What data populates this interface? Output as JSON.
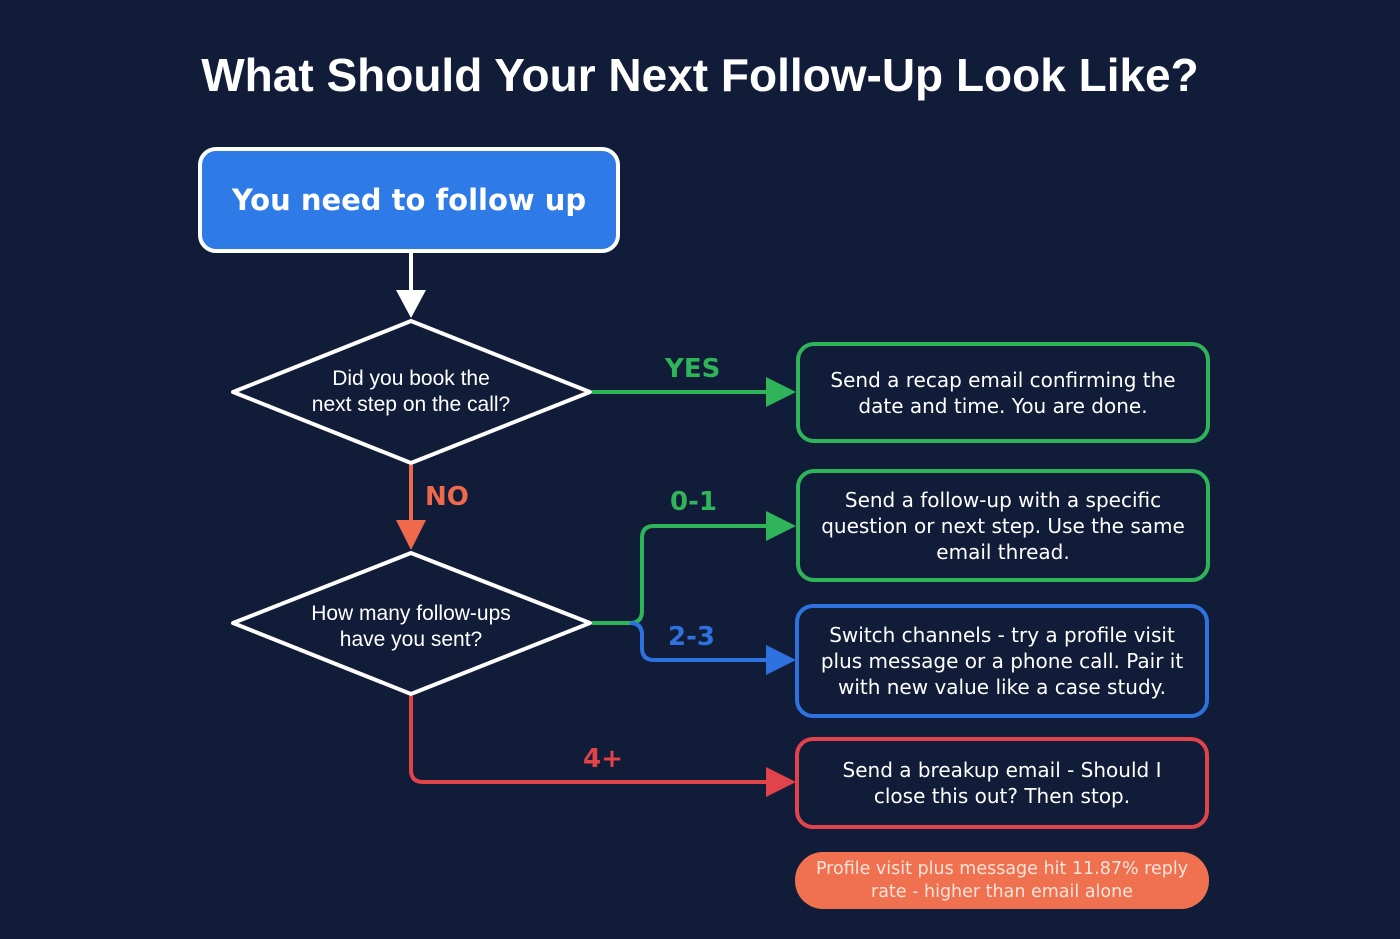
{
  "title": "What Should Your Next Follow-Up Look Like?",
  "colors": {
    "background": "#111c38",
    "start_fill": "#2e7ae6",
    "green": "#2fb45a",
    "blue": "#2e72e0",
    "red": "#e0444a",
    "orange": "#ef6a4c",
    "note_fill": "#f0714f",
    "white": "#ffffff"
  },
  "nodes": {
    "start": {
      "label": "You need to follow up"
    },
    "decision1": {
      "line1": "Did you book the",
      "line2": "next step on the call?"
    },
    "decision2": {
      "line1": "How many follow-ups",
      "line2": "have you sent?"
    },
    "outcome_yes": {
      "text": "Send a recap email confirming the date and time. You are done."
    },
    "outcome_0_1": {
      "text": "Send a follow-up with a specific question or next step. Use the same email thread."
    },
    "outcome_2_3": {
      "text": "Switch channels - try a profile visit plus message or a phone call. Pair it with new value like a case study."
    },
    "outcome_4_plus": {
      "text": "Send a breakup email - Should I close this out? Then stop."
    }
  },
  "edges": {
    "yes": "YES",
    "no": "NO",
    "range_0_1": "0-1",
    "range_2_3": "2-3",
    "range_4_plus": "4+"
  },
  "note": {
    "text": "Profile visit plus message hit 11.87% reply rate - higher than email alone"
  }
}
